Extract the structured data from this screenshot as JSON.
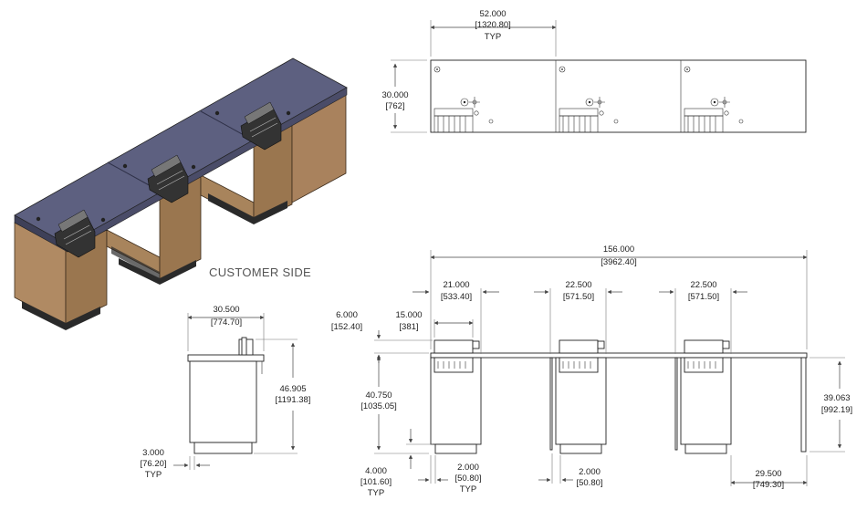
{
  "iso_view": {
    "label": "CUSTOMER SIDE"
  },
  "top_view": {
    "width": {
      "value": "52.000",
      "metric": "[1320.80]",
      "note": "TYP"
    },
    "depth": {
      "value": "30.000",
      "metric": "[762]"
    }
  },
  "side_view": {
    "width": {
      "value": "30.500",
      "metric": "[774.70]"
    },
    "height": {
      "value": "46.905",
      "metric": "[1191.38]"
    },
    "toe": {
      "value": "3.000",
      "metric": "[76.20]",
      "note": "TYP"
    }
  },
  "front_view": {
    "overall": {
      "value": "156.000",
      "metric": "[3962.40]"
    },
    "cab1": {
      "value": "21.000",
      "metric": "[533.40]"
    },
    "cab2": {
      "value": "22.500",
      "metric": "[571.50]"
    },
    "cab3": {
      "value": "22.500",
      "metric": "[571.50]"
    },
    "drawer_w": {
      "value": "15.000",
      "metric": "[381]"
    },
    "drawer_h": {
      "value": "6.000",
      "metric": "[152.40]"
    },
    "counter_h": {
      "value": "40.750",
      "metric": "[1035.05]"
    },
    "base": {
      "value": "4.000",
      "metric": "[101.60]",
      "note": "TYP"
    },
    "base_inset1": {
      "value": "2.000",
      "metric": "[50.80]",
      "note": "TYP"
    },
    "base_inset2": {
      "value": "2.000",
      "metric": "[50.80]"
    },
    "panel_h": {
      "value": "39.063",
      "metric": "[992.19]"
    },
    "panel_off": {
      "value": "29.500",
      "metric": "[749.30]"
    }
  },
  "colors": {
    "wood": "#a9825d",
    "wood_dark": "#7d5d3f",
    "top": "#5d6080",
    "top_light": "#6e7194",
    "line": "#222222"
  }
}
